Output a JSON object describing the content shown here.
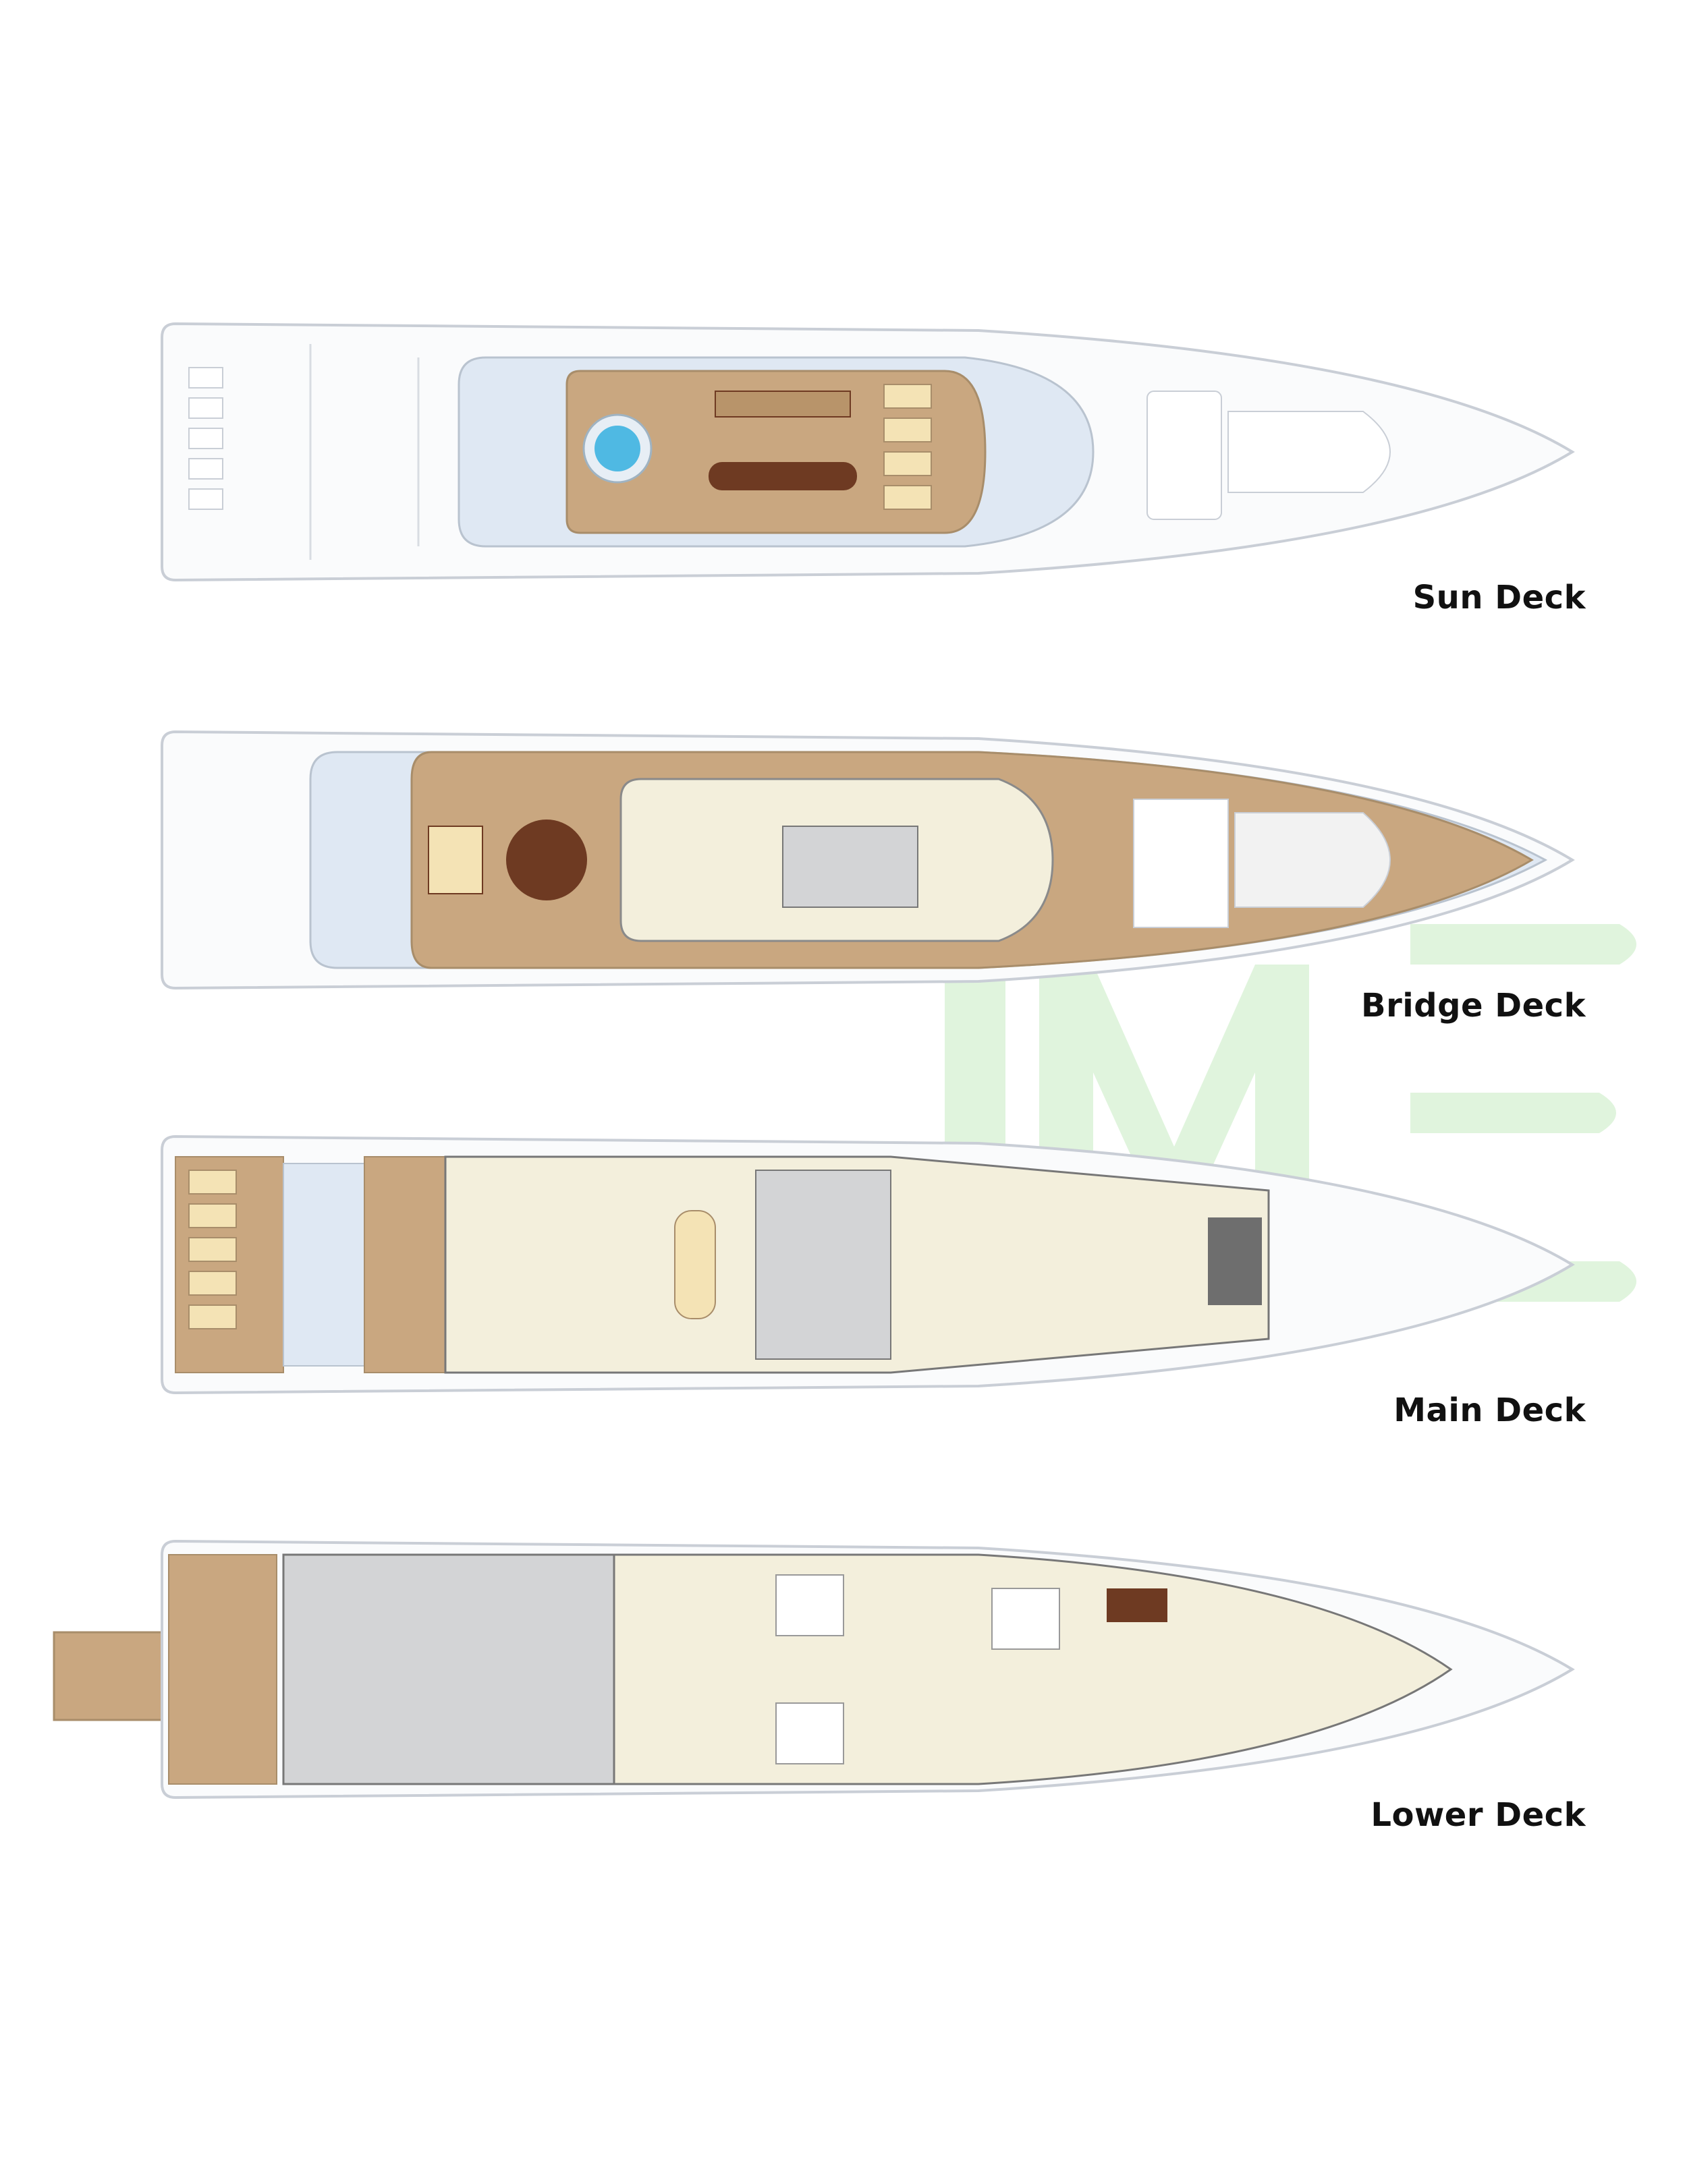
{
  "decks": [
    {
      "id": "sun",
      "label": "Sun Deck"
    },
    {
      "id": "bridge",
      "label": "Bridge Deck"
    },
    {
      "id": "main",
      "label": "Main Deck"
    },
    {
      "id": "lower",
      "label": "Lower Deck"
    }
  ],
  "colors": {
    "teak": "#c9a780",
    "teak_dark": "#b8946a",
    "interior": "#f3efdc",
    "hull_line": "#c9ced6",
    "glass_blue": "#dfe8f3",
    "furniture_dark": "#6e3a22",
    "cushion": "#f4e3b5",
    "grey_room": "#d3d4d6",
    "pool": "#4fb9e3",
    "watermark": "#c9ecc4"
  }
}
